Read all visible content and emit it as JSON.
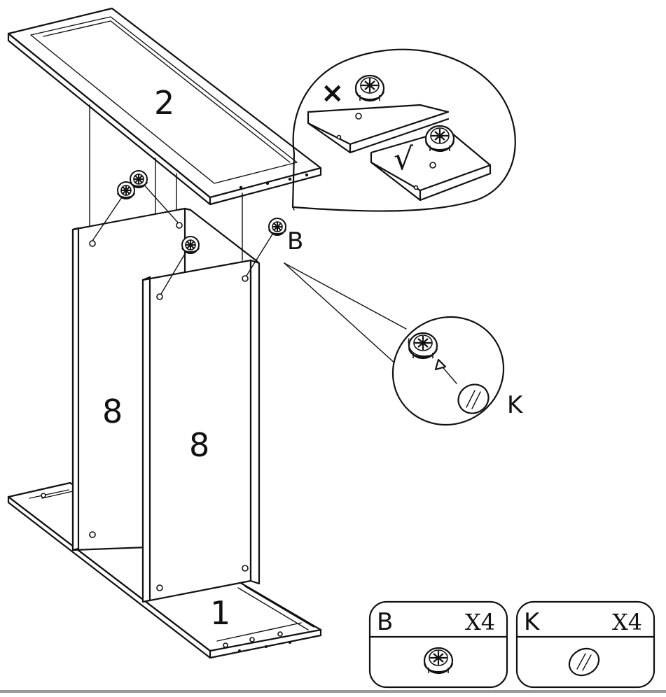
{
  "parts": {
    "top_panel": "2",
    "left_panel": "8",
    "right_panel": "8",
    "bottom_panel": "1"
  },
  "callouts": {
    "cam_label": "B",
    "dowel_label": "K",
    "wrong_mark": "×",
    "right_mark": "√"
  },
  "legend": [
    {
      "label": "B",
      "quantity": "X4",
      "icon": "cam-lock-icon"
    },
    {
      "label": "K",
      "quantity": "X4",
      "icon": "dowel-cap-icon"
    }
  ]
}
